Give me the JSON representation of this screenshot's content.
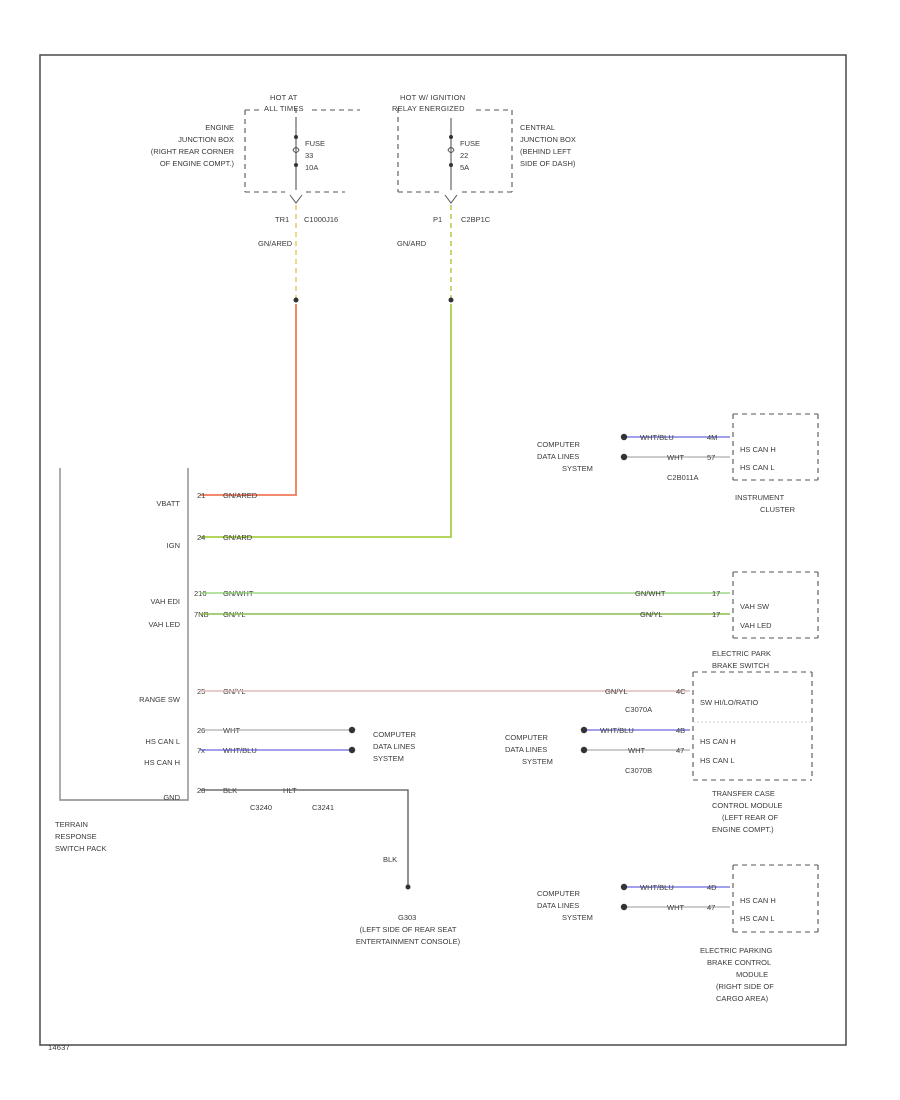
{
  "diagram": {
    "footer_code": "14637",
    "fuse_box_left": {
      "hot_line1": "HOT AT",
      "hot_line2": "ALL TIMES",
      "desc": [
        "ENGINE",
        "JUNCTION BOX",
        "(RIGHT REAR CORNER",
        "OF ENGINE COMPT.)"
      ],
      "fuse": [
        "FUSE",
        "33",
        "10A"
      ],
      "pin": "TR1",
      "connector": "C1000J16",
      "wire": "GN/ARED"
    },
    "fuse_box_right": {
      "hot_line1": "HOT W/ IGNITION",
      "hot_line2": "RELAY ENERGIZED",
      "desc": [
        "CENTRAL",
        "JUNCTION BOX",
        "(BEHIND LEFT",
        "SIDE OF DASH)"
      ],
      "fuse": [
        "FUSE",
        "22",
        "5A"
      ],
      "pin": "P1",
      "connector": "C2BP1C",
      "wire": "GN/ARD"
    },
    "switch_pack": {
      "name": [
        "TERRAIN",
        "RESPONSE",
        "SWITCH PACK"
      ],
      "pins": [
        {
          "label": "VBATT",
          "pin": "21",
          "wire": "GN/ARED"
        },
        {
          "label": "IGN",
          "pin": "24",
          "wire": "GN/ARD"
        },
        {
          "label": "VAH EDI",
          "pin": "210",
          "wire": "GN/WHT"
        },
        {
          "label": "VAH LED",
          "pin": "7NB",
          "wire": "GN/YL"
        },
        {
          "label": "RANGE SW",
          "pin": "25",
          "wire": "GN/YL"
        },
        {
          "label": "HS CAN L",
          "pin": "26",
          "wire": "WHT"
        },
        {
          "label": "HS CAN H",
          "pin": "7x",
          "wire": "WHT/BLU"
        },
        {
          "label": "GND",
          "pin": "28",
          "wire": "BLK"
        }
      ],
      "gnd_pin2": "HLT",
      "connectors": [
        "C3240",
        "C3241"
      ]
    },
    "data_lines_center": [
      "COMPUTER",
      "DATA LINES",
      "SYSTEM"
    ],
    "ground": {
      "wire": "BLK",
      "name": "G303",
      "desc": [
        "(LEFT SIDE OF REAR SEAT",
        "ENTERTAINMENT CONSOLE)"
      ]
    },
    "instrument_cluster": {
      "name": [
        "INSTRUMENT",
        "CLUSTER"
      ],
      "data_lines": [
        "COMPUTER",
        "DATA LINES",
        "SYSTEM"
      ],
      "wire_h": "WHT/BLU",
      "pin_h": "4M",
      "wire_l": "WHT",
      "pin_l": "57",
      "connector": "C2B011A",
      "pins": [
        "HS CAN H",
        "HS CAN L"
      ]
    },
    "vah_module": {
      "wire1": "GN/WHT",
      "pin1": "17",
      "wire2": "GN/YL",
      "pin2": "17",
      "pins": [
        "VAH SW",
        "VAH LED"
      ]
    },
    "electric_park_brake_switch": {
      "name": [
        "ELECTRIC PARK",
        "BRAKE SWITCH"
      ],
      "wire": "GN/YL",
      "pin": "4C",
      "connector": "C3070A",
      "pin_label": "SW HI/LO/RATIO"
    },
    "transfer_case": {
      "data_lines": [
        "COMPUTER",
        "DATA LINES",
        "SYSTEM"
      ],
      "wire_h": "WHT/BLU",
      "pin_h": "4B",
      "wire_l": "WHT",
      "pin_l": "47",
      "connector": "C3070B",
      "pins": [
        "HS CAN H",
        "HS CAN L"
      ],
      "name": [
        "TRANSFER CASE",
        "CONTROL MODULE",
        "(LEFT REAR OF",
        "ENGINE COMPT.)"
      ]
    },
    "epb_module": {
      "data_lines": [
        "COMPUTER",
        "DATA LINES",
        "SYSTEM"
      ],
      "wire_h": "WHT/BLU",
      "pin_h": "4D",
      "wire_l": "WHT",
      "pin_l": "47",
      "pins": [
        "HS CAN H",
        "HS CAN L"
      ],
      "name": [
        "ELECTRIC PARKING",
        "BRAKE CONTROL",
        "MODULE",
        "(RIGHT SIDE OF",
        "CARGO AREA)"
      ]
    },
    "colors": {
      "red_wire": "#f07a5a",
      "green_wire": "#a8cf48",
      "green_line": "#8ccf6a",
      "pink_line": "#e0bcbc",
      "blue_line": "#4040d8",
      "dashed_yellow": "#e8c860",
      "dashed_green": "#a8cf48"
    }
  }
}
